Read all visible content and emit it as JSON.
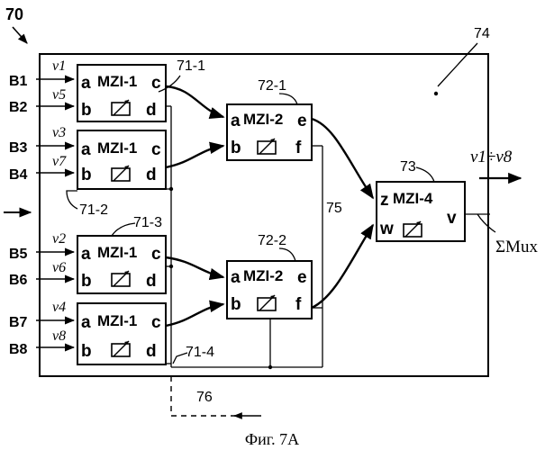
{
  "figure_number": "70",
  "caption": "Фиг. 7A",
  "labels": {
    "frame": "74",
    "bus": "75",
    "control": "76",
    "mzi4_ref": "73",
    "mzi1_top_ref": "71-1",
    "mzi1_second_ref": "71-2",
    "mzi1_third_ref": "71-3",
    "mzi1_bottom_ref": "71-4",
    "mzi2_top_ref": "72-1",
    "mzi2_bottom_ref": "72-2"
  },
  "inputs": [
    "B1",
    "B2",
    "B3",
    "B4",
    "B5",
    "B6",
    "B7",
    "B8"
  ],
  "frequencies": [
    "ν1",
    "ν5",
    "ν3",
    "ν7",
    "ν2",
    "ν6",
    "ν4",
    "ν8"
  ],
  "output_label": "ν1÷ν8",
  "sum_label": "ΣMux",
  "mzi1": {
    "title": "MZI-1",
    "ports": [
      "a",
      "c",
      "b",
      "d"
    ]
  },
  "mzi2": {
    "title": "MZI-2",
    "ports": [
      "a",
      "e",
      "b",
      "f"
    ]
  },
  "mzi4": {
    "title": "MZI-4",
    "ports": [
      "z",
      "w",
      "v"
    ]
  }
}
